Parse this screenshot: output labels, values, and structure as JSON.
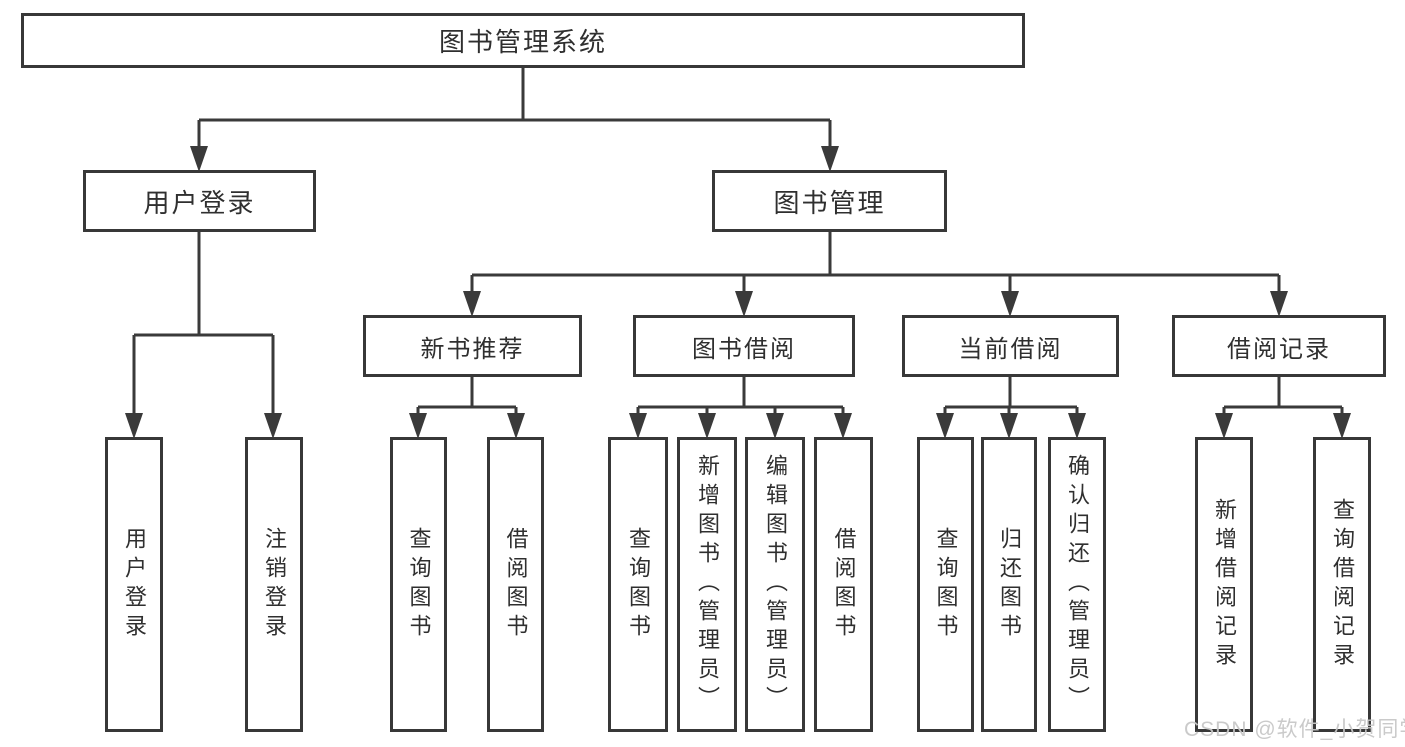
{
  "root": {
    "label": "图书管理系统"
  },
  "branches": [
    {
      "label": "用户登录",
      "children": [
        {
          "label": "用户登录"
        },
        {
          "label": "注销登录"
        }
      ]
    },
    {
      "label": "图书管理",
      "children": [
        {
          "label": "新书推荐",
          "children": [
            {
              "label": "查询图书"
            },
            {
              "label": "借阅图书"
            }
          ]
        },
        {
          "label": "图书借阅",
          "children": [
            {
              "label": "查询图书"
            },
            {
              "label": "新增图书（管理员）"
            },
            {
              "label": "编辑图书（管理员）"
            },
            {
              "label": "借阅图书"
            }
          ]
        },
        {
          "label": "当前借阅",
          "children": [
            {
              "label": "查询图书"
            },
            {
              "label": "归还图书"
            },
            {
              "label": "确认归还（管理员）"
            }
          ]
        },
        {
          "label": "借阅记录",
          "children": [
            {
              "label": "新增借阅记录"
            },
            {
              "label": "查询借阅记录"
            }
          ]
        }
      ]
    }
  ],
  "watermark": {
    "text": "CSDN @软件_小贺同学"
  },
  "colors": {
    "line": "#3a3a3a",
    "box_border": "#383838",
    "text": "#2f2f2f",
    "watermark": "#c8c8c8",
    "background": "#ffffff"
  }
}
